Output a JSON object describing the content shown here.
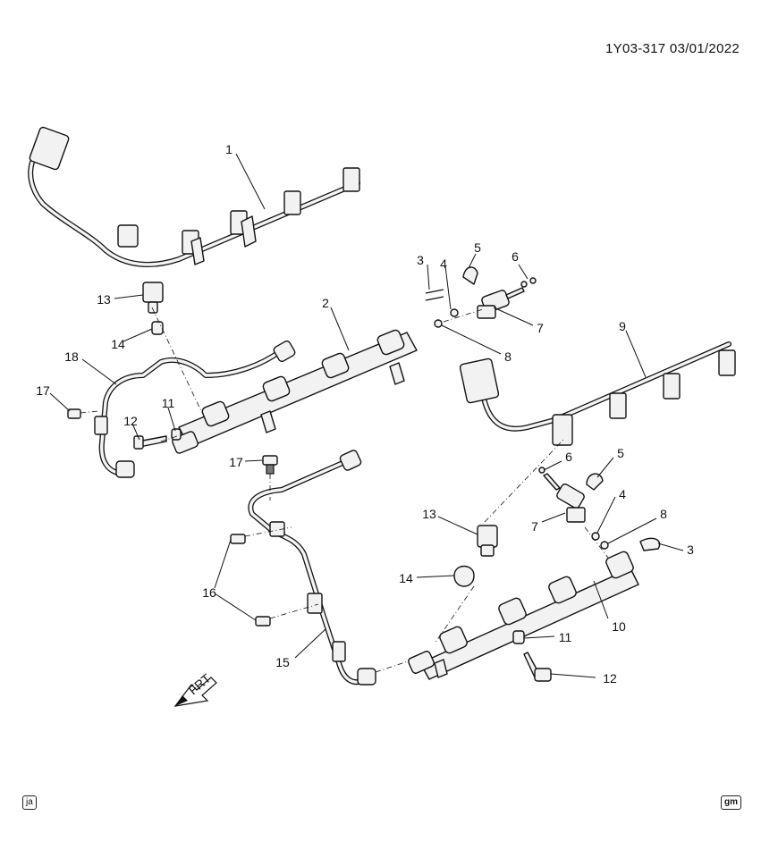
{
  "header": {
    "reference": "1Y03-317  03/01/2022"
  },
  "footer": {
    "left_badge": "ja",
    "right_badge": "gm"
  },
  "front_marker": {
    "label": "FRT"
  },
  "callouts": [
    {
      "id": "c1",
      "label": "1"
    },
    {
      "id": "c2",
      "label": "2"
    },
    {
      "id": "c3a",
      "label": "3"
    },
    {
      "id": "c4a",
      "label": "4"
    },
    {
      "id": "c5a",
      "label": "5"
    },
    {
      "id": "c6a",
      "label": "6"
    },
    {
      "id": "c7a",
      "label": "7"
    },
    {
      "id": "c8a",
      "label": "8"
    },
    {
      "id": "c9",
      "label": "9"
    },
    {
      "id": "c13a",
      "label": "13"
    },
    {
      "id": "c14a",
      "label": "14"
    },
    {
      "id": "c18",
      "label": "18"
    },
    {
      "id": "c17a",
      "label": "17"
    },
    {
      "id": "c11a",
      "label": "11"
    },
    {
      "id": "c12a",
      "label": "12"
    },
    {
      "id": "c17b",
      "label": "17"
    },
    {
      "id": "c6b",
      "label": "6"
    },
    {
      "id": "c5b",
      "label": "5"
    },
    {
      "id": "c7b",
      "label": "7"
    },
    {
      "id": "c4b",
      "label": "4"
    },
    {
      "id": "c8b",
      "label": "8"
    },
    {
      "id": "c3b",
      "label": "3"
    },
    {
      "id": "c13b",
      "label": "13"
    },
    {
      "id": "c14b",
      "label": "14"
    },
    {
      "id": "c16",
      "label": "16"
    },
    {
      "id": "c10",
      "label": "10"
    },
    {
      "id": "c11b",
      "label": "11"
    },
    {
      "id": "c15",
      "label": "15"
    },
    {
      "id": "c12b",
      "label": "12"
    }
  ]
}
